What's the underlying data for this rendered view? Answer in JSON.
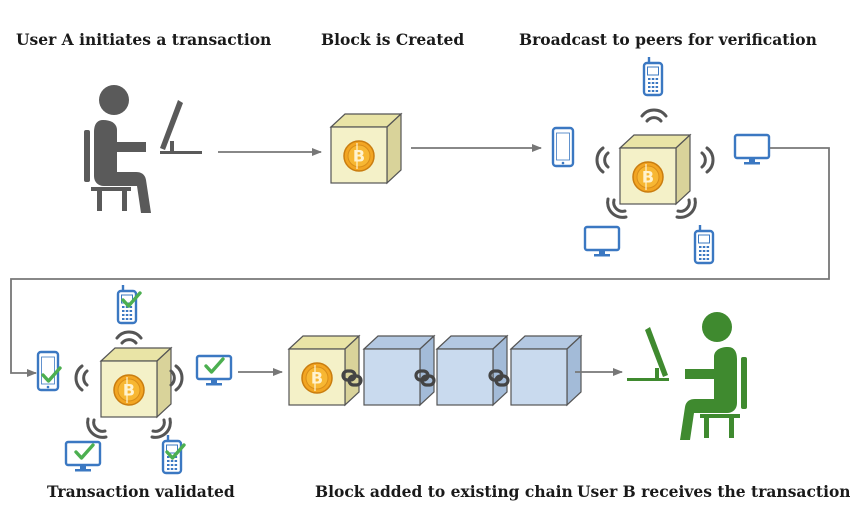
{
  "diagram": {
    "steps": [
      {
        "id": "initiate",
        "label": "User A initiates a transaction"
      },
      {
        "id": "created",
        "label": "Block is Created"
      },
      {
        "id": "broadcast",
        "label": "Broadcast to peers for verification"
      },
      {
        "id": "validated",
        "label": "Transaction validated"
      },
      {
        "id": "added",
        "label": "Block added to existing chain"
      },
      {
        "id": "receive",
        "label": "User B receives the transaction"
      }
    ],
    "colors": {
      "person_a": "#5a5a5a",
      "person_b": "#3f8a2f",
      "device": "#3b78c2",
      "check": "#4caf50",
      "block_face": "#f4f1c8",
      "chain_block": "#c9daee",
      "coin": "#f2a522",
      "arrow": "#777777"
    },
    "icons": [
      "person-at-computer-icon",
      "block-cube-icon",
      "bitcoin-icon",
      "smartphone-icon",
      "desktop-monitor-icon",
      "cellphone-icon",
      "signal-waves-icon",
      "checkmark-icon",
      "chain-link-icon"
    ]
  }
}
